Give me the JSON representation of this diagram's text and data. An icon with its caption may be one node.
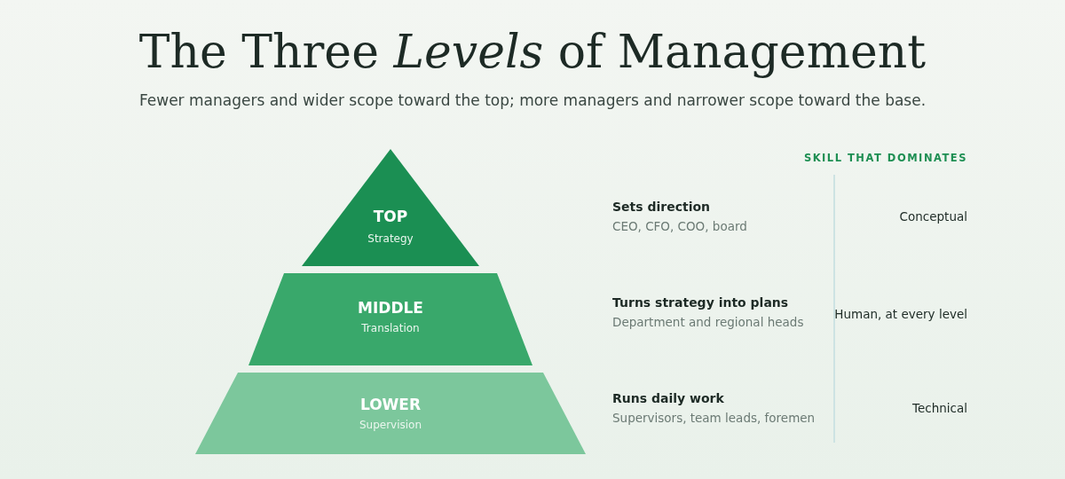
{
  "diagram": {
    "title": "The Three *Levels* of Management",
    "caption": "Fewer managers and wider scope toward the top; more managers and narrower scope toward the base.",
    "nodes": [
      {
        "text": [
          "TOP",
          "Strategy"
        ],
        "beside": [
          "Sets direction",
          "CEO, CFO, COO, board"
        ]
      },
      {
        "text": [
          "MIDDLE",
          "Translation"
        ],
        "beside": [
          "Turns strategy into plans",
          "Department and regional heads"
        ]
      },
      {
        "text": [
          "LOWER",
          "Supervision"
        ],
        "beside": [
          "Runs daily work",
          "Supervisors, team leads, foremen"
        ]
      }
    ],
    "edges": [],
    "labels": [
      "SKILL THAT DOMINATES",
      "Conceptual",
      "Human, at every level",
      "Technical"
    ]
  }
}
